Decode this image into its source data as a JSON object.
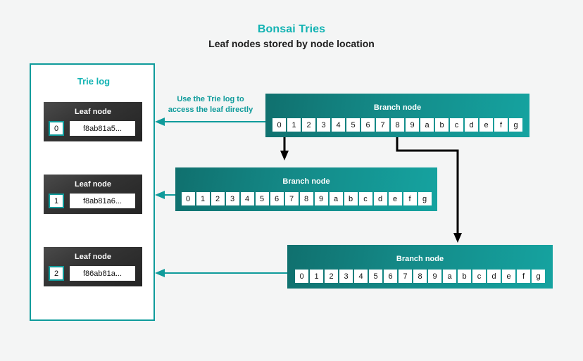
{
  "header": {
    "title": "Bonsai Tries",
    "subtitle": "Leaf nodes stored by node location"
  },
  "colors": {
    "background": "#f4f5f5",
    "teal_accent": "#12b3b3",
    "teal_border": "#0f9b9b",
    "branch_gradient_start": "#10706e",
    "branch_gradient_end": "#15a3a0",
    "leaf_dark": "#343434",
    "arrow_black": "#000000"
  },
  "trie_log": {
    "title": "Trie log",
    "leaf_nodes": [
      {
        "label": "Leaf node",
        "index": "0",
        "hash": "f8ab81a5..."
      },
      {
        "label": "Leaf node",
        "index": "1",
        "hash": "f8ab81a6..."
      },
      {
        "label": "Leaf node",
        "index": "2",
        "hash": "f86ab81a..."
      }
    ]
  },
  "annotation": {
    "line1": "Use the Trie log to",
    "line2": "access the leaf directly"
  },
  "branch_nodes": [
    {
      "id": "branch-top",
      "label": "Branch node",
      "cells": [
        "0",
        "1",
        "2",
        "3",
        "4",
        "5",
        "6",
        "7",
        "8",
        "9",
        "a",
        "b",
        "c",
        "d",
        "e",
        "f",
        "g"
      ]
    },
    {
      "id": "branch-mid",
      "label": "Branch node",
      "cells": [
        "0",
        "1",
        "2",
        "3",
        "4",
        "5",
        "6",
        "7",
        "8",
        "9",
        "a",
        "b",
        "c",
        "d",
        "e",
        "f",
        "g"
      ]
    },
    {
      "id": "branch-bottom",
      "label": "Branch node",
      "cells": [
        "0",
        "1",
        "2",
        "3",
        "4",
        "5",
        "6",
        "7",
        "8",
        "9",
        "a",
        "b",
        "c",
        "d",
        "e",
        "f",
        "g"
      ]
    }
  ]
}
